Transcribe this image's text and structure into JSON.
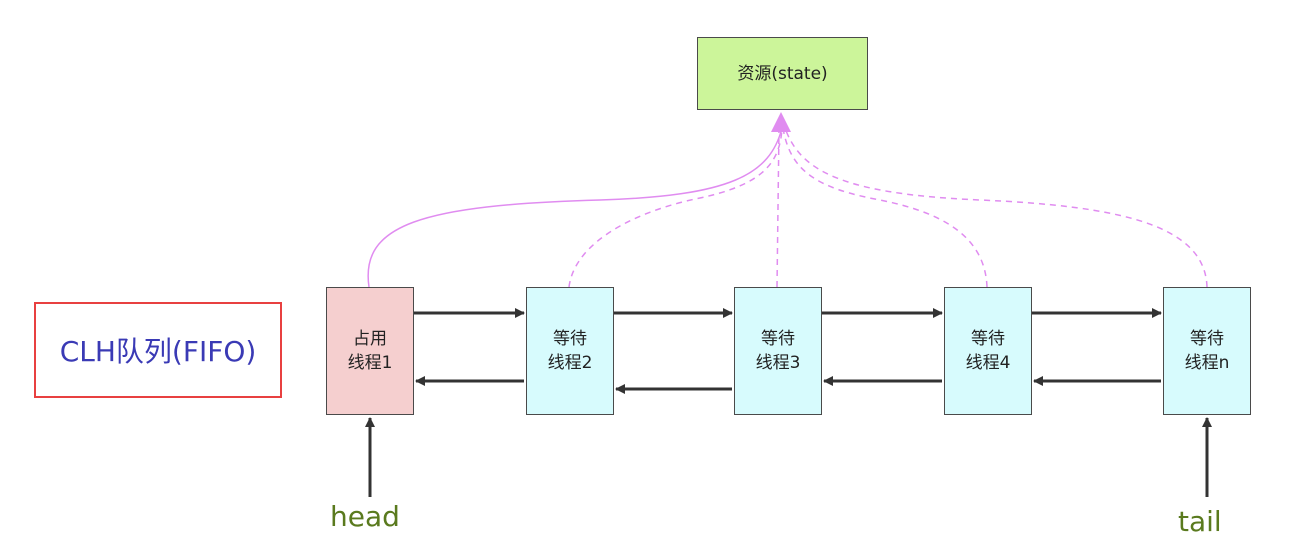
{
  "resource": {
    "label": "资源(state)"
  },
  "queue": {
    "label": "CLH队列(FIFO)"
  },
  "threads": [
    {
      "line1": "占用",
      "line2": "线程1",
      "role": "owner"
    },
    {
      "line1": "等待",
      "line2": "线程2",
      "role": "waiting"
    },
    {
      "line1": "等待",
      "line2": "线程3",
      "role": "waiting"
    },
    {
      "line1": "等待",
      "line2": "线程4",
      "role": "waiting"
    },
    {
      "line1": "等待",
      "line2": "线程n",
      "role": "waiting"
    }
  ],
  "pointers": {
    "head": "head",
    "tail": "tail"
  },
  "colors": {
    "resource_fill": "#ccf59a",
    "owner_fill": "#f5cfcf",
    "waiting_fill": "#d7fbfd",
    "link_arrow": "#333333",
    "state_link": "#e08cf0",
    "queue_border": "#e84040",
    "queue_text": "#3a3ab5",
    "pointer_text": "#5a7a1e"
  },
  "edges": [
    {
      "from": "线程1",
      "to": "资源(state)",
      "style": "solid"
    },
    {
      "from": "线程2",
      "to": "资源(state)",
      "style": "dashed"
    },
    {
      "from": "线程3",
      "to": "资源(state)",
      "style": "dashed"
    },
    {
      "from": "线程4",
      "to": "资源(state)",
      "style": "dashed"
    },
    {
      "from": "线程n",
      "to": "资源(state)",
      "style": "dashed"
    }
  ]
}
